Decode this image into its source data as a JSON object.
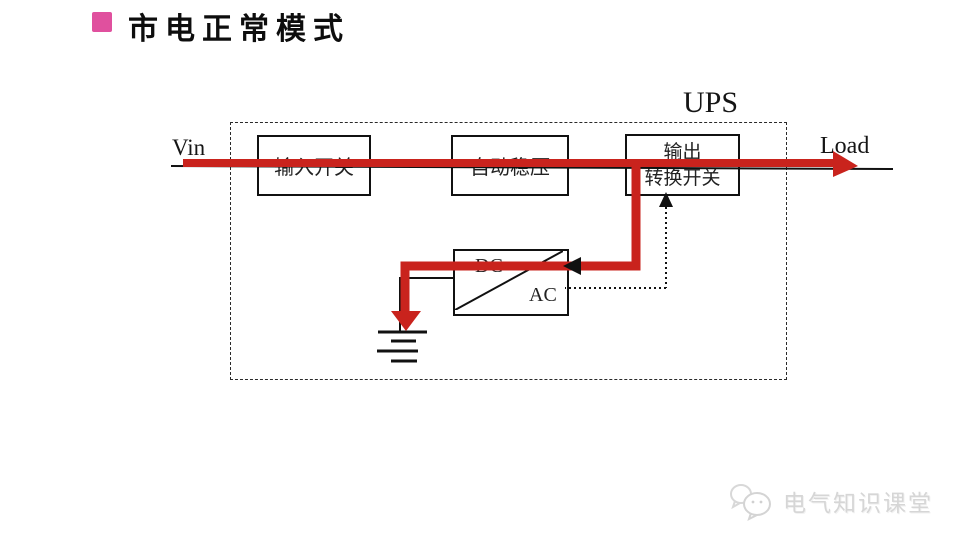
{
  "slide": {
    "title": {
      "text": "市电正常模式",
      "bullet_color": "#e0509e"
    }
  },
  "diagram": {
    "ups_label": "UPS",
    "source_label": "Vin",
    "load_label": "Load",
    "blocks": {
      "input_switch": "输入开关",
      "voltage_regulator": "自动稳压",
      "output_switch_line1": "输出",
      "output_switch_line2": "转换开关",
      "converter_dc": "DC",
      "converter_ac": "AC"
    },
    "colors": {
      "active_flow_red": "#c9231d",
      "wire_black": "#111111",
      "frame_dashed": "#2a2a2a"
    }
  },
  "watermark": {
    "text": "电气知识课堂",
    "icon": "wechat-chat-bubbles-icon",
    "color": "#d6d6d6"
  }
}
